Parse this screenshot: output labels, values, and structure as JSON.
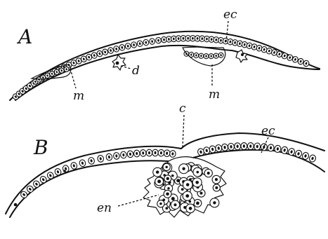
{
  "figure": {
    "panels": [
      {
        "letter": "A",
        "labels": {
          "ectoderm": "ec",
          "mesoderm_left": "m",
          "mesoderm_right": "m",
          "detached_cell": "d"
        }
      },
      {
        "letter": "B",
        "labels": {
          "cell_mass": "c",
          "ectoderm": "ec",
          "endoderm": "en"
        }
      }
    ]
  }
}
